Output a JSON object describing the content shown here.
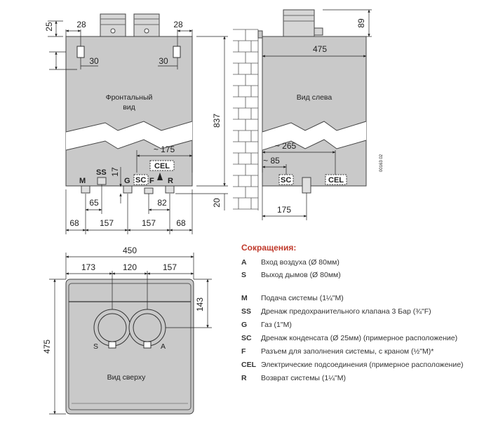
{
  "front": {
    "title_line1": "Фронтальный",
    "title_line2": "вид",
    "dims": {
      "top_margin": "25",
      "left_28": "28",
      "right_28": "28",
      "left_30": "30",
      "right_30": "30",
      "height_837": "837",
      "bottom_20": "20",
      "approx_175": "~ 175",
      "d17": "17",
      "d65": "65",
      "d82": "82",
      "bottom_68_left": "68",
      "bottom_157_left": "157",
      "bottom_157_right": "157",
      "bottom_68_right": "68"
    },
    "codes": {
      "M": "M",
      "SS": "SS",
      "G": "G",
      "SC": "SC",
      "F": "F",
      "CEL": "CEL",
      "R": "R"
    }
  },
  "side": {
    "title": "Вид слева",
    "dims": {
      "top_89": "89",
      "width_475": "475",
      "approx_265": "~ 265",
      "approx_85": "~ 85",
      "d175": "175"
    },
    "codes": {
      "SC": "SC",
      "CEL": "CEL"
    },
    "ref": "00163 02"
  },
  "top": {
    "title": "Вид сверху",
    "dims": {
      "width_450": "450",
      "d173": "173",
      "d120": "120",
      "d157": "157",
      "d143": "143",
      "depth_475": "475"
    },
    "labels": {
      "S": "S",
      "A": "A"
    }
  },
  "legend": {
    "title": "Сокращения:",
    "items": [
      {
        "code": "A",
        "desc": "Вход воздуха (Ø 80мм)"
      },
      {
        "code": "S",
        "desc": "Выход дымов (Ø 80мм)"
      },
      {
        "code": "M",
        "desc": "Подача системы (1¼\"M)"
      },
      {
        "code": "SS",
        "desc": "Дренаж предохранительного клапана 3 Бар (¾\"F)"
      },
      {
        "code": "G",
        "desc": "Газ (1\"M)"
      },
      {
        "code": "SC",
        "desc": "Дренаж конденсата (Ø 25мм) (примерное расположение)"
      },
      {
        "code": "F",
        "desc": "Разъем для заполнения системы, с краном (½\"M)*"
      },
      {
        "code": "CEL",
        "desc": "Электрические подсоединения (примерное расположение)"
      },
      {
        "code": "R",
        "desc": "Возврат системы (1¼\"M)"
      }
    ]
  }
}
